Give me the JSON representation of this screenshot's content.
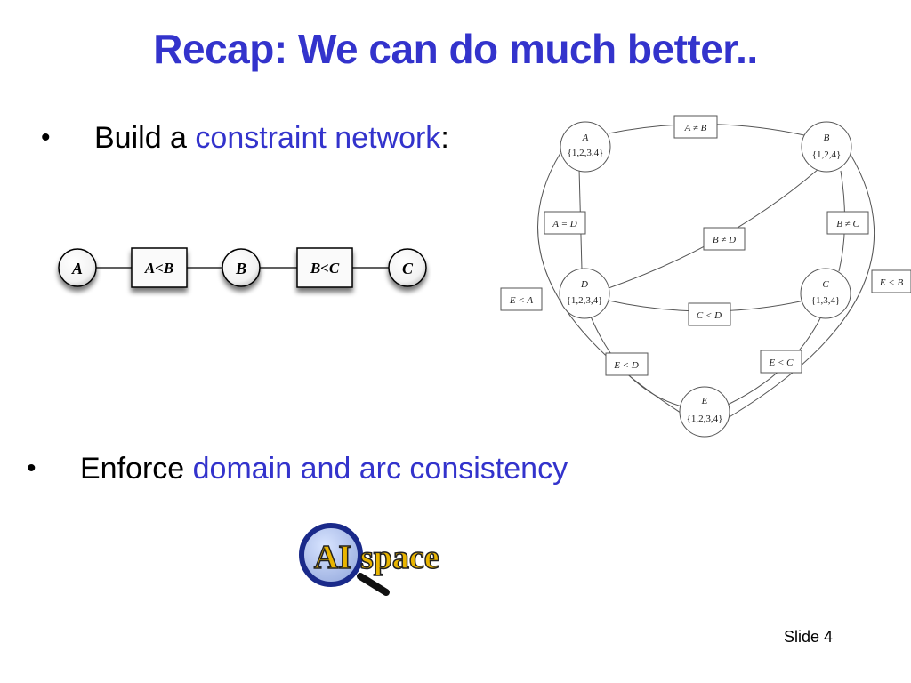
{
  "slide": {
    "title": "Recap: We can do much better..",
    "bullet1": {
      "text": "Build a ",
      "highlight": "constraint network",
      "suffix": ":"
    },
    "bullet2": {
      "text": "Enforce ",
      "highlight": "domain and arc consistency"
    },
    "bullet_glyph": "•",
    "slide_number": "Slide 4",
    "accent_color": "#3333cc"
  },
  "chain": {
    "nodes": [
      "A",
      "B",
      "C"
    ],
    "constraints": [
      "A<B",
      "B<C"
    ]
  },
  "network": {
    "variables": [
      {
        "name": "A",
        "domain": "{1,2,3,4}"
      },
      {
        "name": "B",
        "domain": "{1,2,4}"
      },
      {
        "name": "C",
        "domain": "{1,3,4}"
      },
      {
        "name": "D",
        "domain": "{1,2,3,4}"
      },
      {
        "name": "E",
        "domain": "{1,2,3,4}"
      }
    ],
    "constraints": [
      "A ≠ B",
      "A = D",
      "B ≠ D",
      "B ≠ C",
      "E < B",
      "E < A",
      "C < D",
      "E < D",
      "E < C"
    ]
  },
  "logo": {
    "text_ai": "AI",
    "text_space": "space"
  }
}
